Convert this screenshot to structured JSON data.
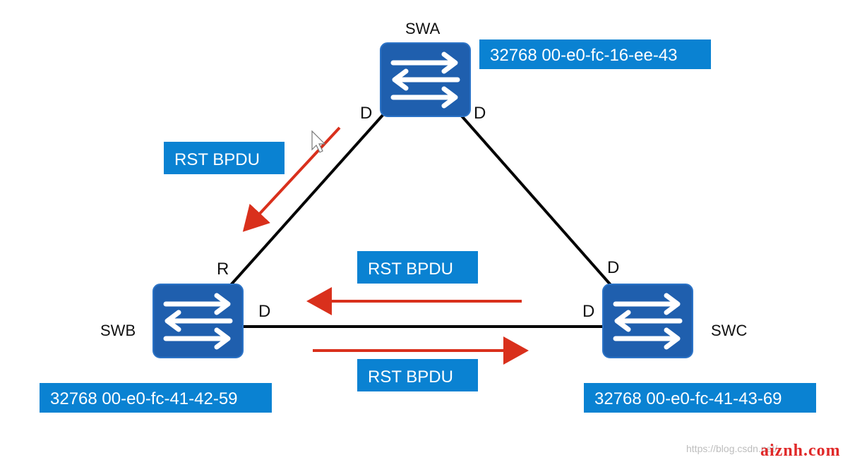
{
  "colors": {
    "switch_fill": "#1f5fae",
    "switch_stroke": "#2b73c7",
    "label_box": "#0a82d2",
    "arrow_red": "#d9301c",
    "link_line": "#000000"
  },
  "switches": {
    "swa": {
      "name": "SWA",
      "id": "32768 00-e0-fc-16-ee-43"
    },
    "swb": {
      "name": "SWB",
      "id": "32768 00-e0-fc-41-42-59"
    },
    "swc": {
      "name": "SWC",
      "id": "32768 00-e0-fc-41-43-69"
    }
  },
  "ports": {
    "swa_left": "D",
    "swa_right": "D",
    "swb_top": "R",
    "swb_right": "D",
    "swc_top": "D",
    "swc_left": "D"
  },
  "bpdu_labels": {
    "left": "RST BPDU",
    "middle_top": "RST BPDU",
    "middle_bottom": "RST BPDU"
  },
  "watermark": {
    "url": "https://blog.csdn.net/",
    "site": "aiznh.com"
  }
}
